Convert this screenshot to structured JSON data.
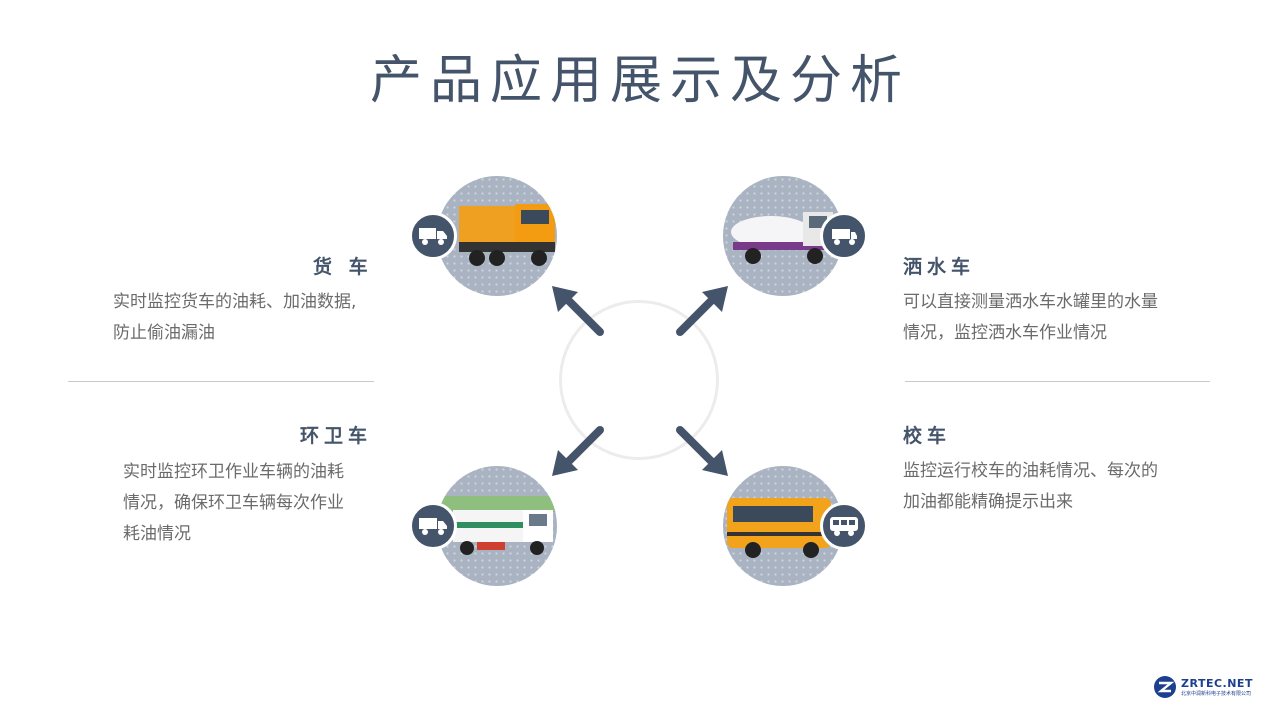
{
  "title": "产品应用展示及分析",
  "items": [
    {
      "label": "货 车",
      "desc_lines": [
        "实时监控货车的油耗、加油数据,",
        "防止偷油漏油"
      ],
      "icon": "truck-icon"
    },
    {
      "label": "洒水车",
      "desc_lines": [
        "可以直接测量洒水车水罐里的水量",
        "情况，监控洒水车作业情况"
      ],
      "icon": "tanker-icon"
    },
    {
      "label": "环卫车",
      "desc_lines": [
        "实时监控环卫作业车辆的油耗",
        "情况，确保环卫车辆每次作业",
        "耗油情况"
      ],
      "icon": "sanitation-truck-icon"
    },
    {
      "label": "校车",
      "desc_lines": [
        "监控运行校车的油耗情况、每次的",
        "加油都能精确提示出来"
      ],
      "icon": "bus-icon"
    }
  ],
  "logo": {
    "text": "ZRTEC.NET",
    "sub": "北京中润新科电子技术有限公司"
  },
  "colors": {
    "accent": "#44546a",
    "divider": "#c9c9c9",
    "text": "#6b6b6b"
  }
}
